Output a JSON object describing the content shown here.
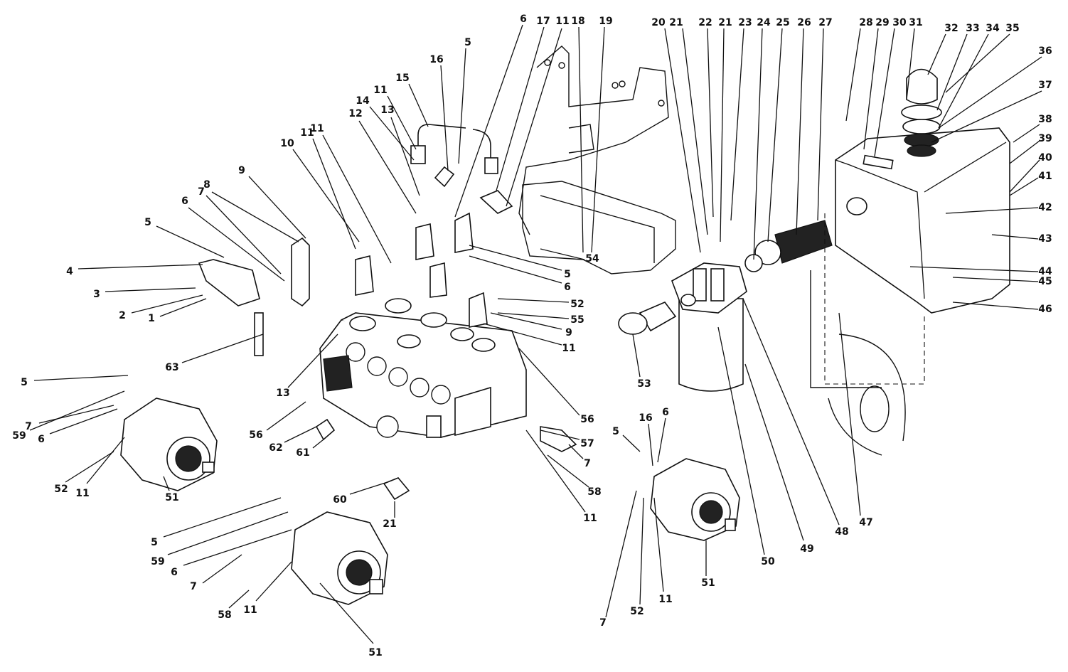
{
  "diagram": {
    "callouts": [
      "1",
      "2",
      "3",
      "4",
      "5",
      "5",
      "5",
      "5",
      "5",
      "5",
      "6",
      "6",
      "6",
      "6",
      "6",
      "6",
      "7",
      "7",
      "7",
      "7",
      "7",
      "8",
      "9",
      "9",
      "10",
      "11",
      "11",
      "11",
      "11",
      "11",
      "11",
      "11",
      "11",
      "11",
      "12",
      "13",
      "13",
      "14",
      "15",
      "16",
      "16",
      "17",
      "18",
      "19",
      "20",
      "21",
      "21",
      "21",
      "22",
      "23",
      "24",
      "25",
      "26",
      "27",
      "28",
      "29",
      "30",
      "31",
      "32",
      "33",
      "34",
      "35",
      "36",
      "37",
      "38",
      "39",
      "40",
      "41",
      "42",
      "43",
      "44",
      "45",
      "46",
      "47",
      "48",
      "49",
      "50",
      "51",
      "51",
      "51",
      "52",
      "52",
      "52",
      "53",
      "54",
      "55",
      "56",
      "56",
      "57",
      "58",
      "58",
      "59",
      "59",
      "60",
      "61",
      "62",
      "63"
    ]
  },
  "colors": {
    "ink": "#111111",
    "paper": "#ffffff"
  }
}
